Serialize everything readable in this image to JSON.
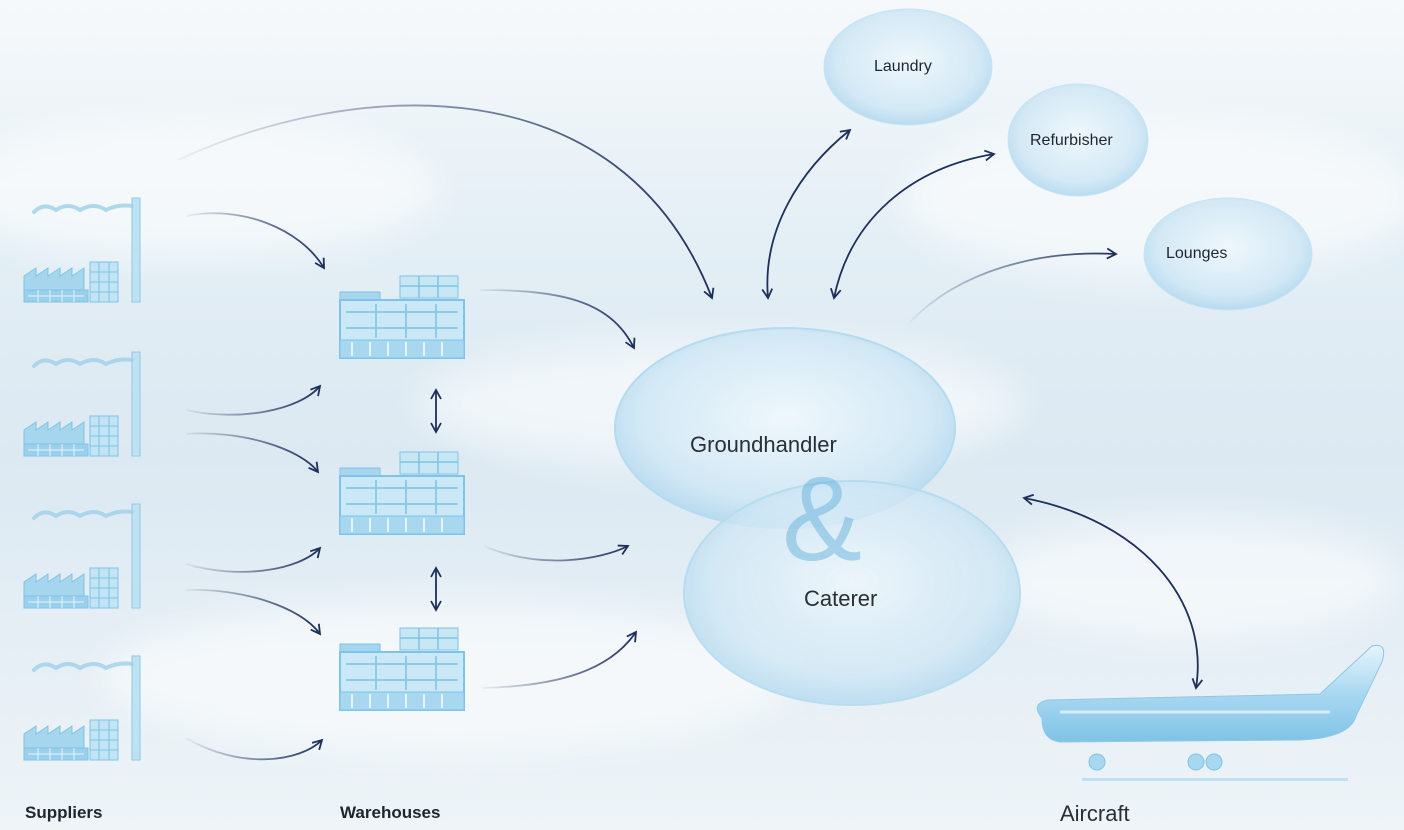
{
  "labels": {
    "suppliers": "Suppliers",
    "warehouses": "Warehouses",
    "aircraft": "Aircraft",
    "groundhandler": "Groundhandler",
    "ampersand": "&",
    "caterer": "Caterer",
    "laundry": "Laundry",
    "refurbisher": "Refurbisher",
    "lounges": "Lounges"
  },
  "colors": {
    "arrow": "#1e2f5a",
    "icon": "#7fc3e6",
    "bubble": "#bfe0f2"
  }
}
